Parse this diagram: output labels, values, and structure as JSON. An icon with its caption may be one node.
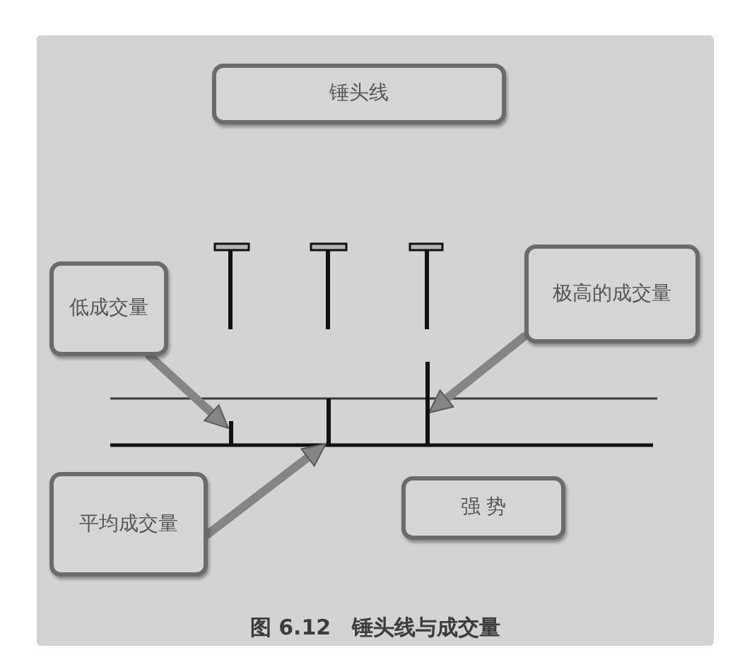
{
  "diagram": {
    "caption": "图 6.12　锤头线与成交量",
    "nodes": [
      {
        "text": [
          "锤头线"
        ]
      },
      {
        "text": [
          "低成交量"
        ]
      },
      {
        "text": [
          "极高的成交量"
        ]
      },
      {
        "text": [
          "平均成交量"
        ]
      },
      {
        "text": [
          "强 势"
        ]
      },
      {
        "text": [],
        "shape": "bar"
      },
      {
        "text": [],
        "shape": "bar"
      },
      {
        "text": [],
        "shape": "bar"
      }
    ],
    "edges": [
      {
        "from": 1,
        "to": 5,
        "arrow": "to"
      },
      {
        "from": 2,
        "to": 7,
        "arrow": "to"
      },
      {
        "from": 3,
        "to": 6,
        "arrow": "to"
      }
    ]
  }
}
